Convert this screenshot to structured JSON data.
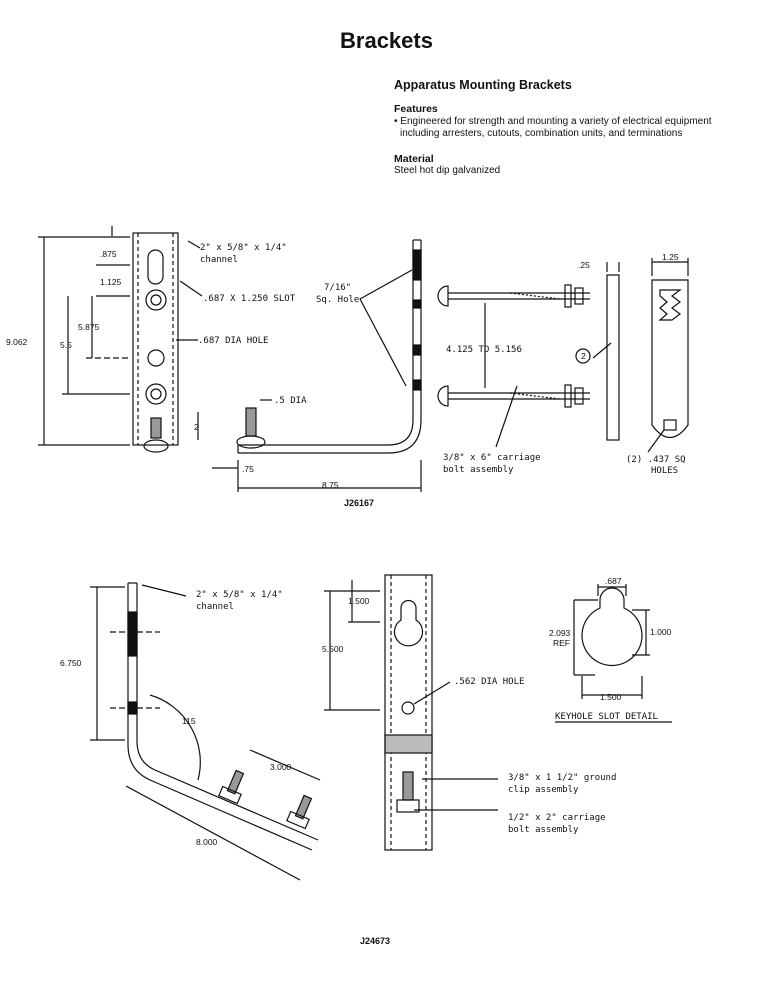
{
  "header": {
    "title": "Brackets"
  },
  "section": {
    "subtitle": "Apparatus Mounting Brackets",
    "features_label": "Features",
    "features_line1": "• Engineered for strength and mounting a variety of electrical equipment",
    "features_line2": "including arresters, cutouts, combination units, and terminations",
    "material_label": "Material",
    "material_text": "Steel hot dip galvanized"
  },
  "drawing1": {
    "code": "J26167",
    "channel_line1": "2\" x 5/8\" x 1/4\"",
    "channel_line2": "channel",
    "slot": ".687 X 1.250 SLOT",
    "hole": ".687 DIA HOLE",
    "dim_875": ".875",
    "dim_1125": "1.125",
    "dim_5875": "5.875",
    "dim_9062": "9.062",
    "dim_55": "5.5",
    "dim_2": "2",
    "sq_hole_line1": "7/16\"",
    "sq_hole_line2": "Sq. Hole",
    "dia5": ".5 DIA",
    "dim_75": ".75",
    "dim_875b": "8.75",
    "dim_range": "4.125 TO 5.156",
    "dim_25": ".25",
    "dim_125": "1.25",
    "callout_2": "2",
    "carriage_line1": "3/8\" x 6\" carriage",
    "carriage_line2": "bolt assembly",
    "sq_holes_line1": "(2) .437 SQ",
    "sq_holes_line2": "HOLES"
  },
  "drawing2": {
    "code": "J24673",
    "channel_line1": "2\" x 5/8\" x 1/4\"",
    "channel_line2": "channel",
    "dim_6750": "6.750",
    "angle": "115",
    "dim_3000": "3.000",
    "dim_8000": "8.000",
    "dim_1500": "1.500",
    "dim_5500": "5.500",
    "hole562": ".562 DIA HOLE",
    "ground_line1": "3/8\" x 1 1/2\" ground",
    "ground_line2": "clip assembly",
    "carriage_line1": "1/2\" x 2\" carriage",
    "carriage_line2": "bolt assembly",
    "key_687": ".687",
    "key_2093": "2.093",
    "key_ref": "REF",
    "key_1000": "1.000",
    "key_1500": "1.500",
    "key_title": "KEYHOLE SLOT DETAIL"
  }
}
